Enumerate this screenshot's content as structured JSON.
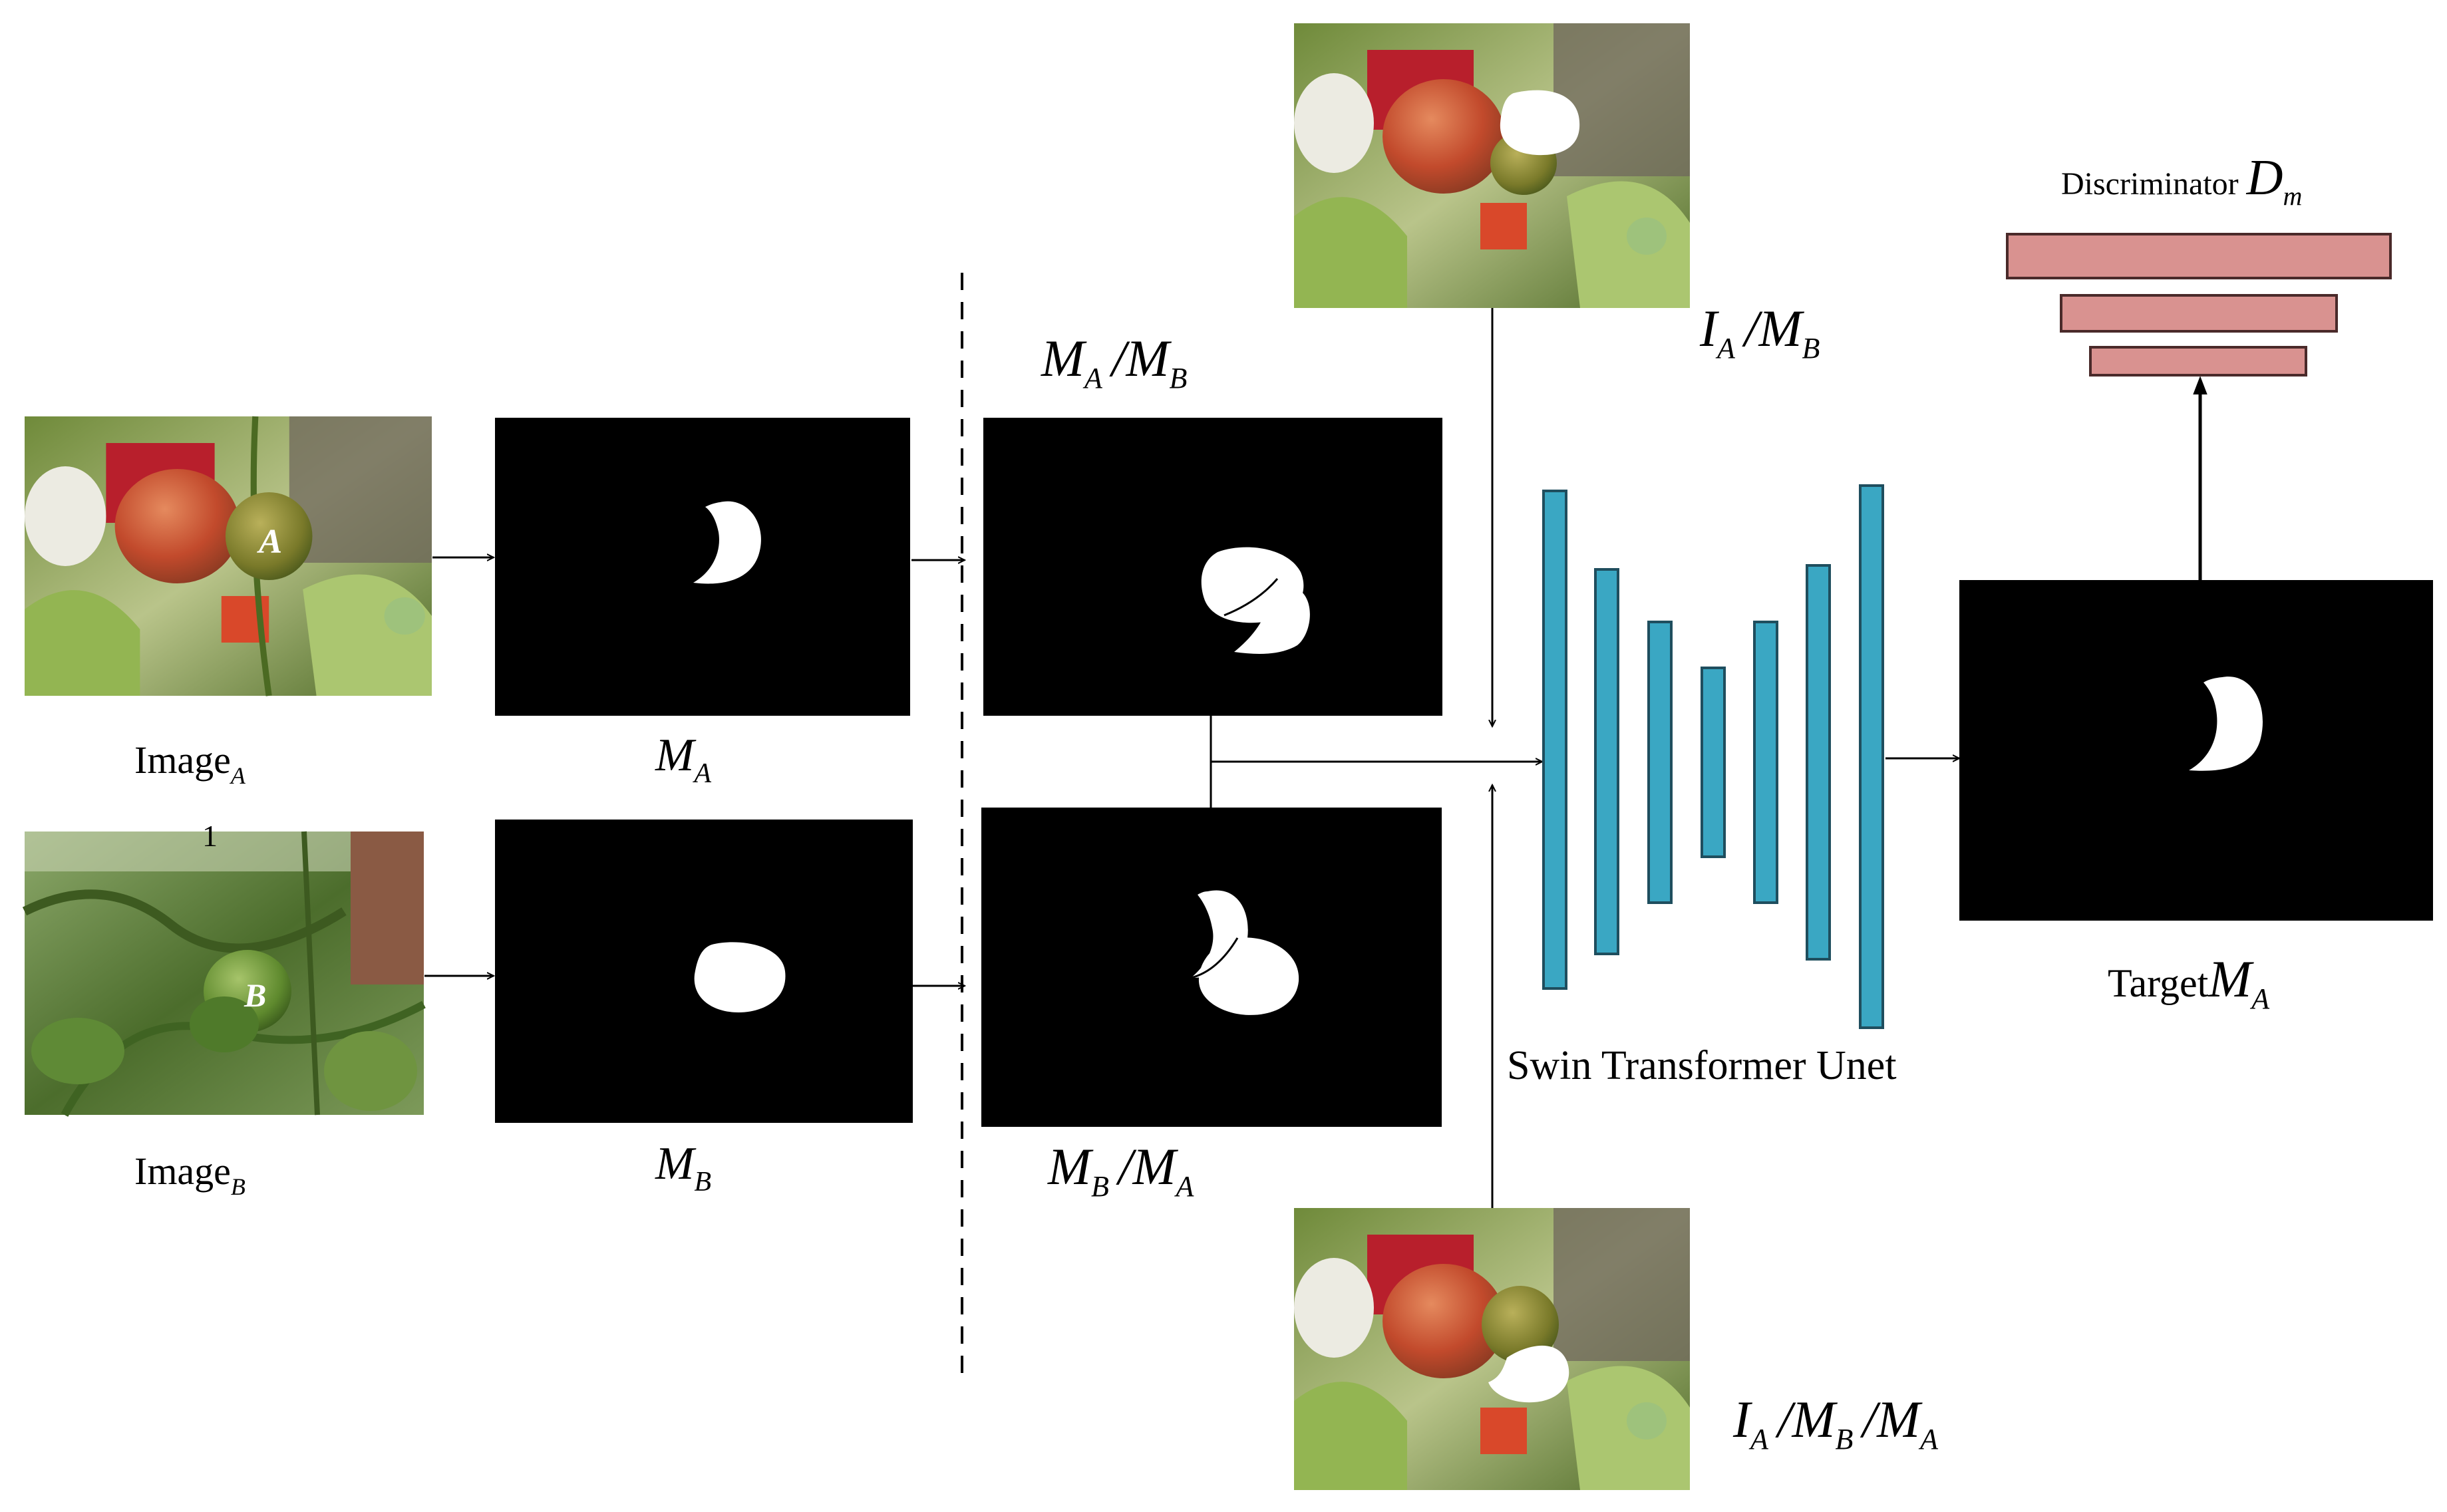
{
  "labels": {
    "image_a": {
      "main": "Image",
      "sub": "A"
    },
    "image_b": {
      "main": "Image",
      "sub": "B"
    },
    "image_a_note": "1",
    "mask_a": {
      "main": "M",
      "sub": "A"
    },
    "mask_b": {
      "main": "M",
      "sub": "B"
    },
    "mask_ab": {
      "m1": "M",
      "s1": "A",
      "slash": "/",
      "m2": "M",
      "s2": "B"
    },
    "mask_ba": {
      "m1": "M",
      "s1": "B",
      "slash": "/",
      "m2": "M",
      "s2": "A"
    },
    "ia_mb": {
      "m1": "I",
      "s1": "A",
      "slash": "/",
      "m2": "M",
      "s2": "B"
    },
    "ia_mb_ma": {
      "m1": "I",
      "s1": "A",
      "slash1": "/",
      "m2": "M",
      "s2": "B",
      "slash2": "/",
      "m3": "M",
      "s3": "A"
    },
    "unet": "Swin Transformer Unet",
    "target": {
      "prefix": "Target",
      "main": "M",
      "sub": "A"
    },
    "discriminator": {
      "prefix": "Discriminator ",
      "main": "D",
      "sub": "m"
    },
    "tomato_a_letter": "A",
    "tomato_b_letter": "B"
  },
  "colors": {
    "unet_bar_fill": "#3AA7C3",
    "unet_bar_stroke": "#1F4E5E",
    "discriminator_fill": "#D99290",
    "discriminator_stroke": "#4A2A2A",
    "mask_bg": "#000000",
    "mask_fg": "#ffffff"
  },
  "icons": {
    "photo": "tomato-photo",
    "mask": "segmentation-mask"
  }
}
